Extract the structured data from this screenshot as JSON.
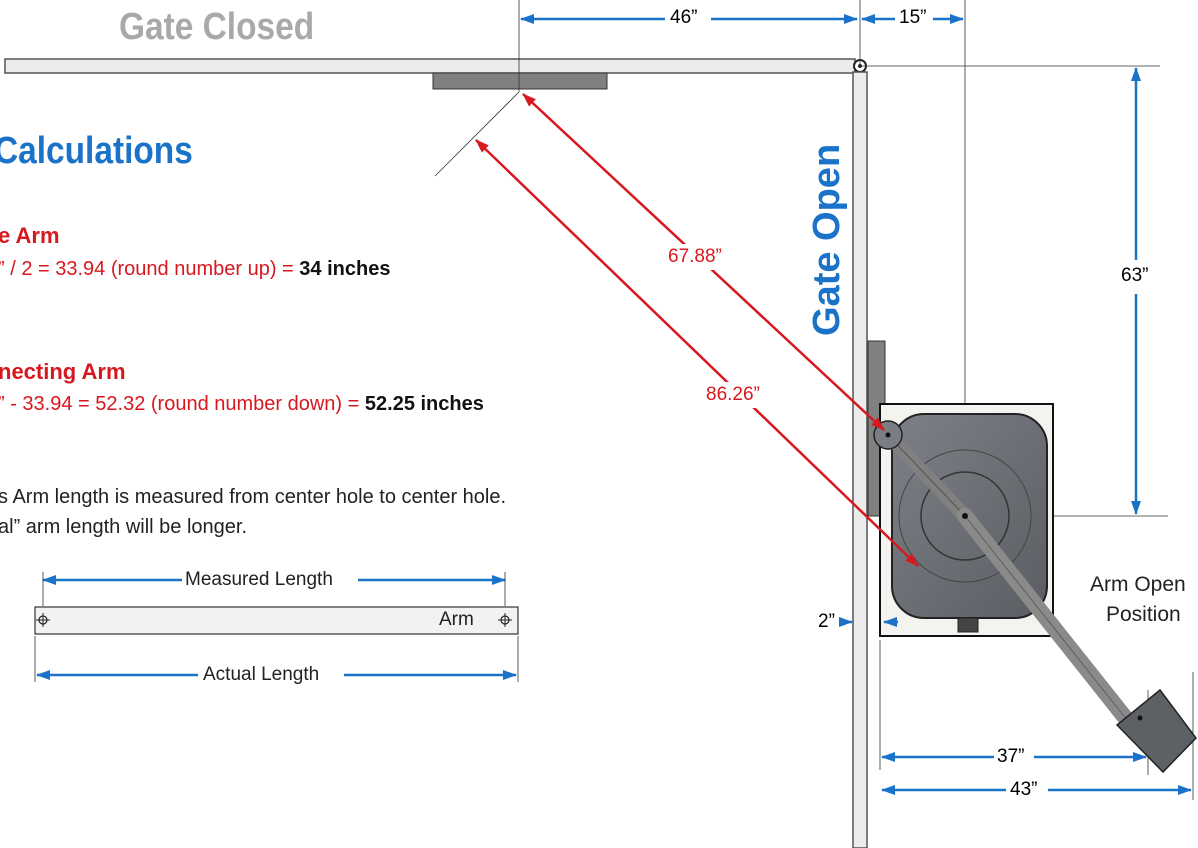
{
  "headings": {
    "gate_closed": "Gate Closed",
    "calculations": "Calculations",
    "gate_open": "Gate Open"
  },
  "gate_arm": {
    "title": "e Arm",
    "formula": "” / 2 = 33.94 (round number up) = ",
    "result": "34 inches"
  },
  "connecting_arm": {
    "title": "necting Arm",
    "formula": "” - 33.94 = 52.32 (round number down) = ",
    "result": "52.25 inches"
  },
  "note": {
    "line1": "s Arm length is measured from center hole to center hole.",
    "line2": "al” arm length will be longer."
  },
  "arm_diagram": {
    "measured_length": "Measured Length",
    "arm_label": "Arm",
    "actual_length": "Actual Length"
  },
  "dimensions": {
    "d46": "46”",
    "d15": "15”",
    "d63": "63”",
    "d67_88": "67.88”",
    "d86_26": "86.26”",
    "d2": "2”",
    "d37": "37”",
    "d43": "43”"
  },
  "arm_open_position": {
    "line1": "Arm Open",
    "line2": "Position"
  },
  "colors": {
    "blue": "#1a73c8",
    "red": "#d7181f",
    "gate_gray": "#e8e8e8",
    "operator_gray": "#6e7278"
  }
}
